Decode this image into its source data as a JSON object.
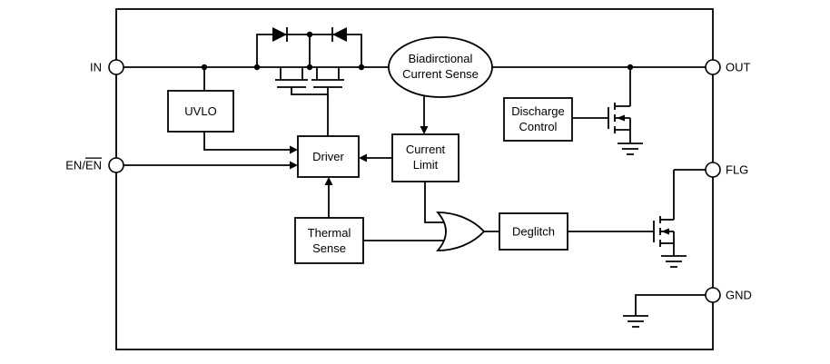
{
  "diagram": {
    "pins": {
      "in": {
        "label": "IN"
      },
      "en": {
        "prefix": "EN/",
        "overline": "EN"
      },
      "out": {
        "label": "OUT"
      },
      "flg": {
        "label": "FLG"
      },
      "gnd": {
        "label": "GND"
      }
    },
    "blocks": {
      "uvlo": {
        "label": "UVLO"
      },
      "driver": {
        "label": "Driver"
      },
      "current_limit": {
        "line1": "Current",
        "line2": "Limit"
      },
      "current_sense": {
        "line1": "Biadirctional",
        "line2": "Current Sense"
      },
      "discharge_control": {
        "line1": "Discharge",
        "line2": "Control"
      },
      "thermal_sense": {
        "line1": "Thermal",
        "line2": "Sense"
      },
      "deglitch": {
        "label": "Deglitch"
      }
    },
    "colors": {
      "line": "#000000",
      "background": "#ffffff"
    }
  }
}
